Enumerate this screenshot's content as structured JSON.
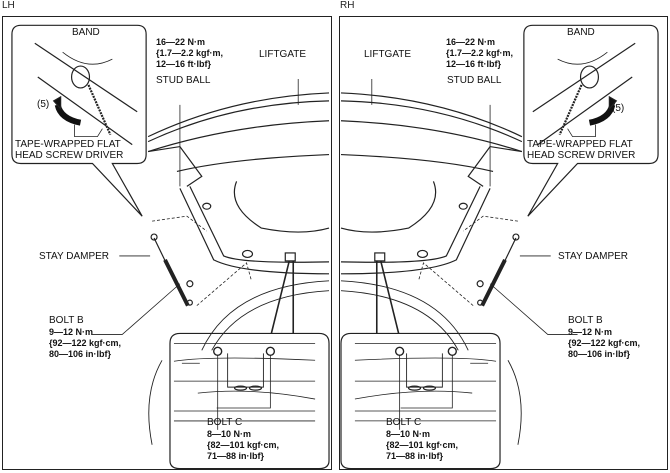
{
  "panels": {
    "lh": {
      "side_label": "LH",
      "band": "BAND",
      "step": "(5)",
      "screwdriver": [
        "TAPE-WRAPPED FLAT",
        "HEAD SCREW DRIVER"
      ],
      "stud_ball_torque": [
        "16—22 N·m",
        "{1.7—2.2 kgf·m,",
        "12—16 ft·lbf}"
      ],
      "stud_ball": "STUD BALL",
      "liftgate": "LIFTGATE",
      "stay_damper": "STAY DAMPER",
      "bolt_b": "BOLT B",
      "bolt_b_torque": [
        "9—12 N·m",
        "{92—122 kgf·cm,",
        "80—106 in·lbf}"
      ],
      "bolt_c": "BOLT C",
      "bolt_c_torque": [
        "8—10 N·m",
        "{82—101 kgf·cm,",
        "71—88 in·lbf}"
      ]
    },
    "rh": {
      "side_label": "RH",
      "band": "BAND",
      "step": "(5)",
      "screwdriver": [
        "TAPE-WRAPPED FLAT",
        "HEAD SCREW DRIVER"
      ],
      "stud_ball_torque": [
        "16—22 N·m",
        "{1.7—2.2 kgf·m,",
        "12—16 ft·lbf}"
      ],
      "stud_ball": "STUD BALL",
      "liftgate": "LIFTGATE",
      "stay_damper": "STAY DAMPER",
      "bolt_b": "BOLT B",
      "bolt_b_torque": [
        "9—12 N·m",
        "{92—122 kgf·cm,",
        "80—106 in·lbf}"
      ],
      "bolt_c": "BOLT C",
      "bolt_c_torque": [
        "8—10 N·m",
        "{82—101 kgf·cm,",
        "71—88 in·lbf}"
      ]
    }
  }
}
